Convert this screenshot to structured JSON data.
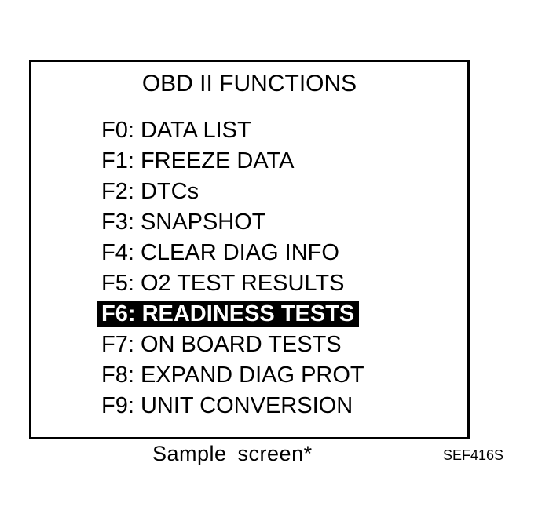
{
  "screen": {
    "title": "OBD II FUNCTIONS",
    "menu": {
      "selected_index": 6,
      "items": [
        {
          "key": "F0:",
          "label": "DATA LIST"
        },
        {
          "key": "F1:",
          "label": "FREEZE DATA"
        },
        {
          "key": "F2:",
          "label": "DTCs"
        },
        {
          "key": "F3:",
          "label": "SNAPSHOT"
        },
        {
          "key": "F4:",
          "label": "CLEAR DIAG INFO"
        },
        {
          "key": "F5:",
          "label": "O2 TEST RESULTS"
        },
        {
          "key": "F6:",
          "label": "READINESS TESTS"
        },
        {
          "key": "F7:",
          "label": "ON BOARD TESTS"
        },
        {
          "key": "F8:",
          "label": "EXPAND DIAG PROT"
        },
        {
          "key": "F9:",
          "label": "UNIT CONVERSION"
        }
      ]
    }
  },
  "caption": "Sample screen*",
  "figure_code": "SEF416S",
  "colors": {
    "foreground": "#000000",
    "background": "#ffffff",
    "highlight_bg": "#000000",
    "highlight_fg": "#ffffff"
  }
}
